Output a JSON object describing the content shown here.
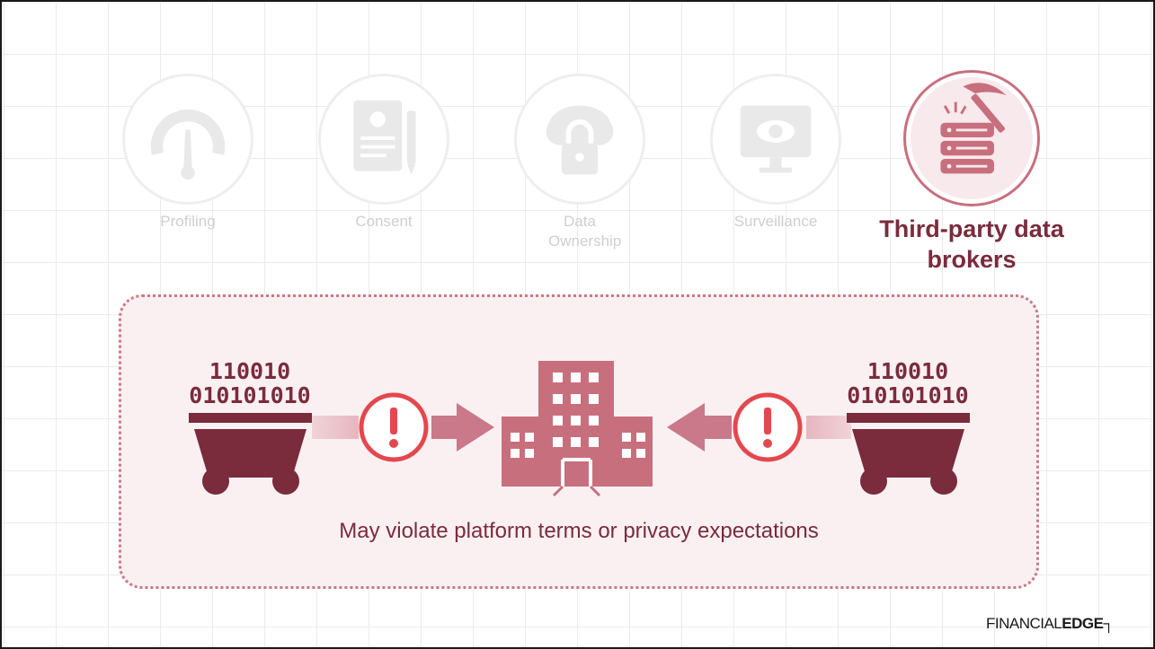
{
  "topics": [
    {
      "label": "Profiling",
      "icon": "speedometer-icon",
      "active": false
    },
    {
      "label": "Consent",
      "icon": "document-pen-icon",
      "active": false
    },
    {
      "label": "Data Ownership",
      "icon": "cloud-lock-icon",
      "active": false
    },
    {
      "label": "Surveillance",
      "icon": "monitor-eye-icon",
      "active": false
    },
    {
      "label": "Third-party data brokers",
      "icon": "pickaxe-server-icon",
      "active": true
    }
  ],
  "diagram": {
    "left_cart": {
      "line1": "110010",
      "line2": "010101010"
    },
    "right_cart": {
      "line1": "110010",
      "line2": "010101010"
    },
    "caption": "May violate platform terms or privacy expectations"
  },
  "brand": {
    "part1": "FINANCIAL",
    "part2": "EDGE"
  },
  "colors": {
    "accent_dark": "#7a2b3c",
    "accent_mid": "#c86f7d",
    "alert_red": "#e3484e",
    "panel_bg": "#faf0f2"
  }
}
